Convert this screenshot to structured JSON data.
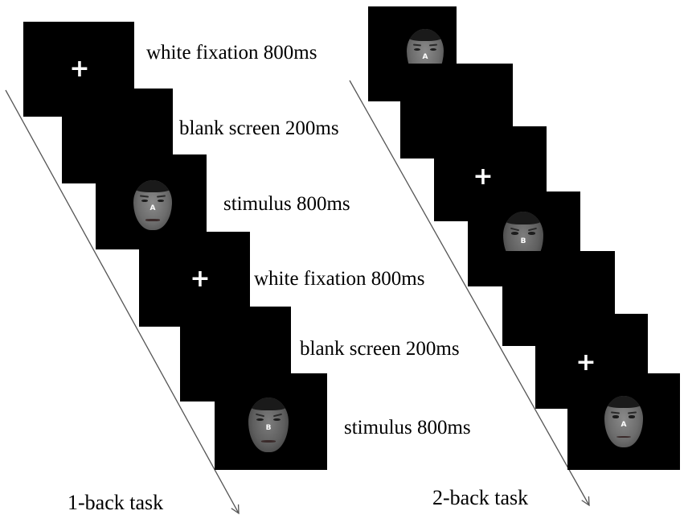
{
  "left_sequence": {
    "labels": [
      "white fixation 800ms",
      "blank screen 200ms",
      "stimulus 800ms",
      "white fixation 800ms",
      "blank screen 200ms",
      "stimulus 800ms"
    ],
    "task_label": "1-back task",
    "fixation_symbol": "+",
    "stimulus_letters": [
      "A",
      "B"
    ]
  },
  "right_sequence": {
    "task_label": "2-back task",
    "fixation_symbol": "+",
    "stimulus_letters": [
      "A",
      "B",
      "A"
    ]
  },
  "colors": {
    "screen": "#000000",
    "fixation": "#ffffff",
    "text": "#000000",
    "arrow": "#555555"
  }
}
